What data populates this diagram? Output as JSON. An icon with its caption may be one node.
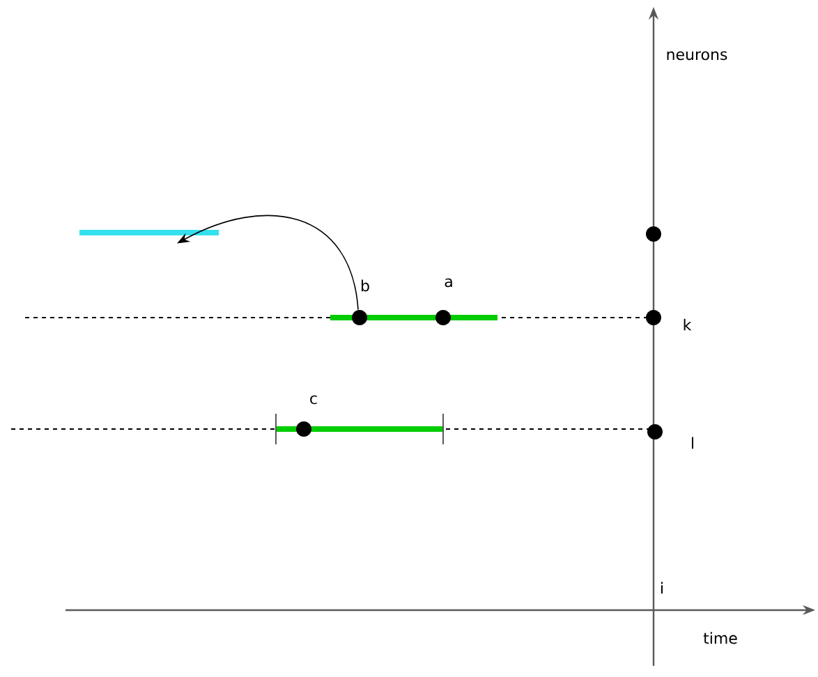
{
  "diagram": {
    "nodes": [
      {
        "text": [],
        "shape": "bar"
      },
      {
        "text": [],
        "shape": "circle"
      },
      {
        "text": [],
        "shape": "circle",
        "beside": [
          "b"
        ]
      },
      {
        "text": [],
        "shape": "circle",
        "beside": [
          "a"
        ]
      },
      {
        "text": [],
        "shape": "circle",
        "beside": [
          "k"
        ]
      },
      {
        "text": [],
        "shape": "circle",
        "beside": [
          "c"
        ]
      },
      {
        "text": [],
        "shape": "circle",
        "beside": [
          "l"
        ]
      }
    ],
    "edges": [
      {
        "from": 2,
        "to": 0,
        "arrow": "to"
      }
    ],
    "labels": [
      "neurons",
      "i",
      "time"
    ]
  }
}
